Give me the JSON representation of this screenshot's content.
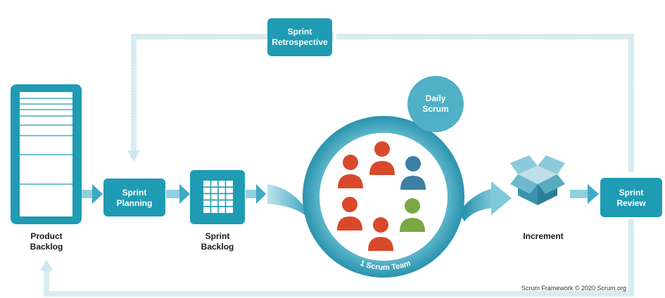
{
  "nodes": {
    "product_backlog": {
      "line1": "Product",
      "line2": "Backlog"
    },
    "sprint_planning": {
      "line1": "Sprint",
      "line2": "Planning"
    },
    "sprint_backlog": {
      "line1": "Sprint",
      "line2": "Backlog"
    },
    "daily_scrum": {
      "line1": "Daily",
      "line2": "Scrum"
    },
    "scrum_team": {
      "label": "1 Scrum Team"
    },
    "increment": {
      "label": "Increment"
    },
    "sprint_review": {
      "line1": "Sprint",
      "line2": "Review"
    },
    "sprint_retrospective": {
      "line1": "Sprint",
      "line2": "Retrospective"
    }
  },
  "credit": "Scrum Framework © 2020 Scrum.org",
  "colors": {
    "teal": "#1f9bb3",
    "teal_dark": "#15859b",
    "pale_arrow": "#d6eaf0",
    "mid_arrow": "#74c0d2",
    "orange": "#d9492b",
    "blue": "#3d7fa3",
    "green": "#7aa845"
  }
}
